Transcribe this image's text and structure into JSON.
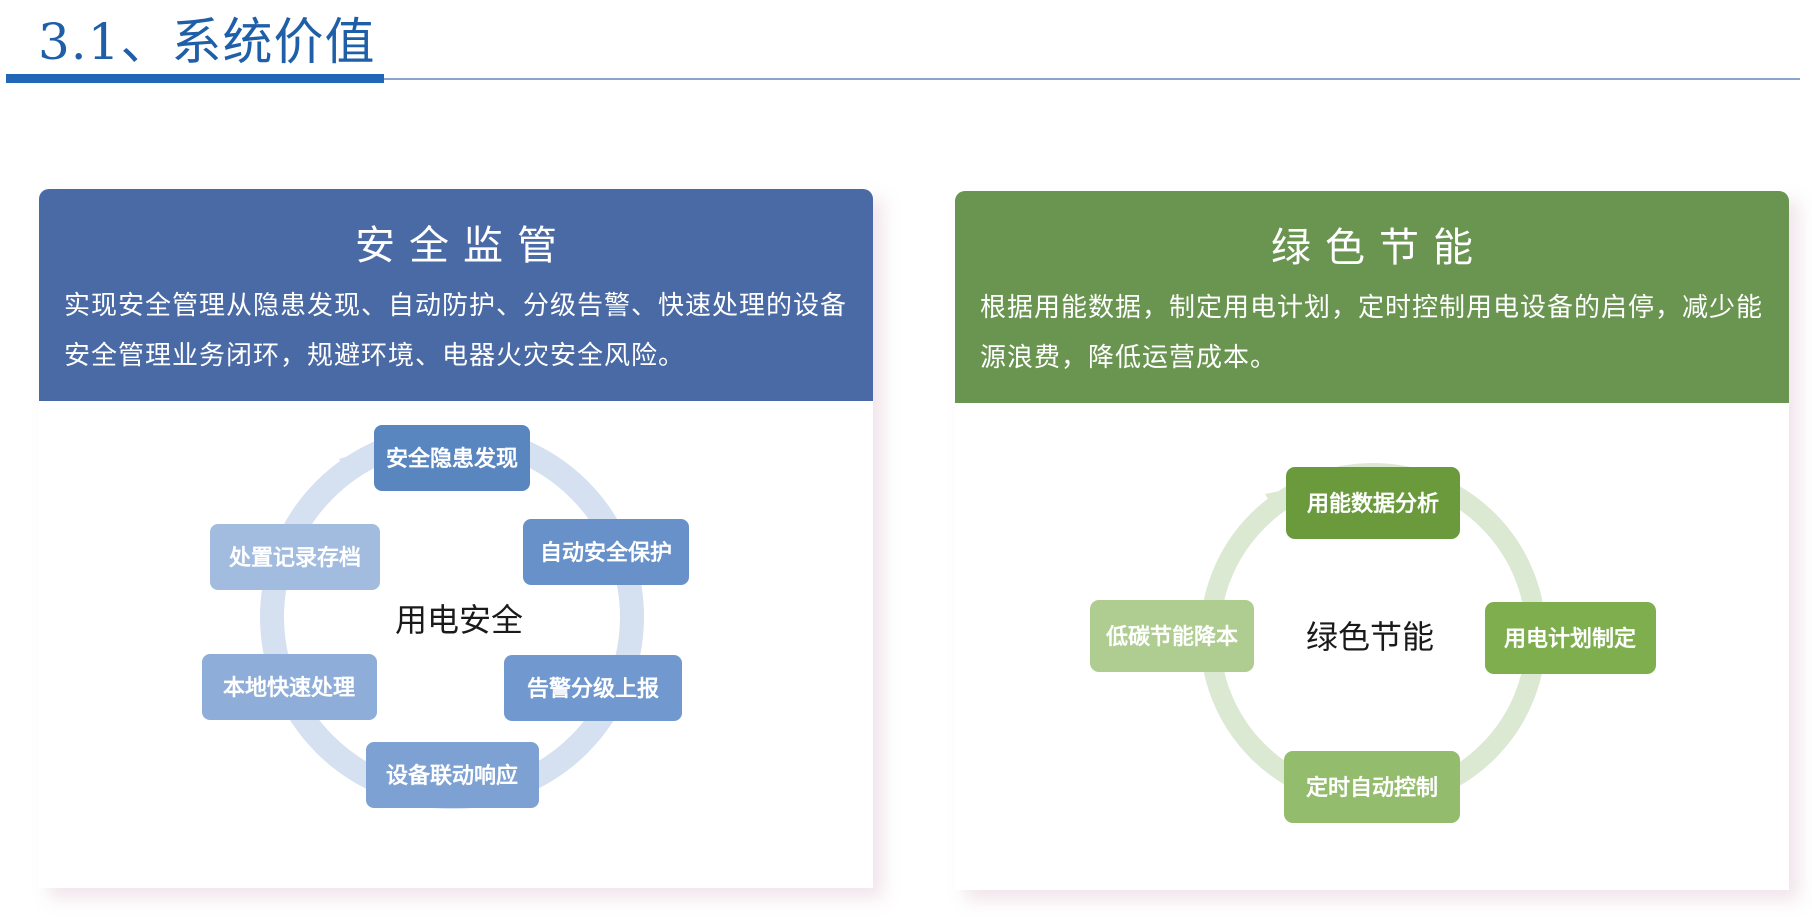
{
  "page": {
    "title": "3.1、系统价值"
  },
  "cards": [
    {
      "title": "安全监管",
      "description": "实现安全管理从隐患发现、自动防护、分级告警、快速处理的设备安全管理业务闭环，规避环境、电器火灾安全风险。",
      "header_color": "#4a6aa5",
      "center_label": "用电安全",
      "nodes": [
        "安全隐患发现",
        "自动安全保护",
        "告警分级上报",
        "设备联动响应",
        "本地快速处理",
        "处置记录存档"
      ]
    },
    {
      "title": "绿色节能",
      "description": "根据用能数据，制定用电计划，定时控制用电设备的启停，减少能源浪费，降低运营成本。",
      "header_color": "#6a9550",
      "center_label": "绿色节能",
      "nodes": [
        "用能数据分析",
        "用电计划制定",
        "定时自动控制",
        "低碳节能降本"
      ]
    }
  ]
}
